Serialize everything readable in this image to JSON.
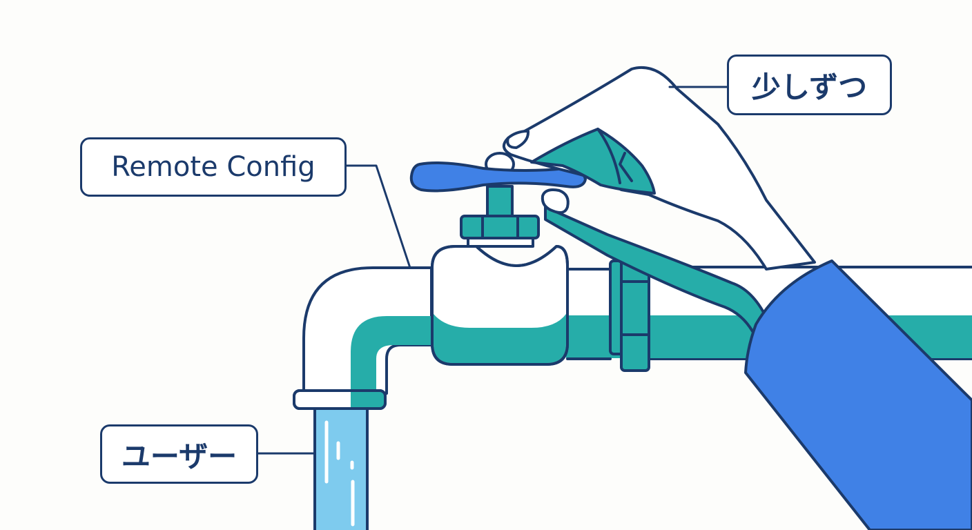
{
  "diagram": {
    "title": "Remote Config faucet metaphor",
    "labels": {
      "remote_config": "Remote Config",
      "gradual": "少しずつ",
      "users": "ユーザー"
    },
    "elements": {
      "faucet": "faucet",
      "valve_handle": "valve-handle",
      "hand": "hand",
      "sleeve": "sleeve",
      "water_stream": "water-stream",
      "pipe": "pipe"
    },
    "colors": {
      "outline": "#1b3a6b",
      "teal": "#26ada9",
      "blue": "#4081e6",
      "water": "#7ecbee",
      "background": "#fdfdfb"
    }
  }
}
